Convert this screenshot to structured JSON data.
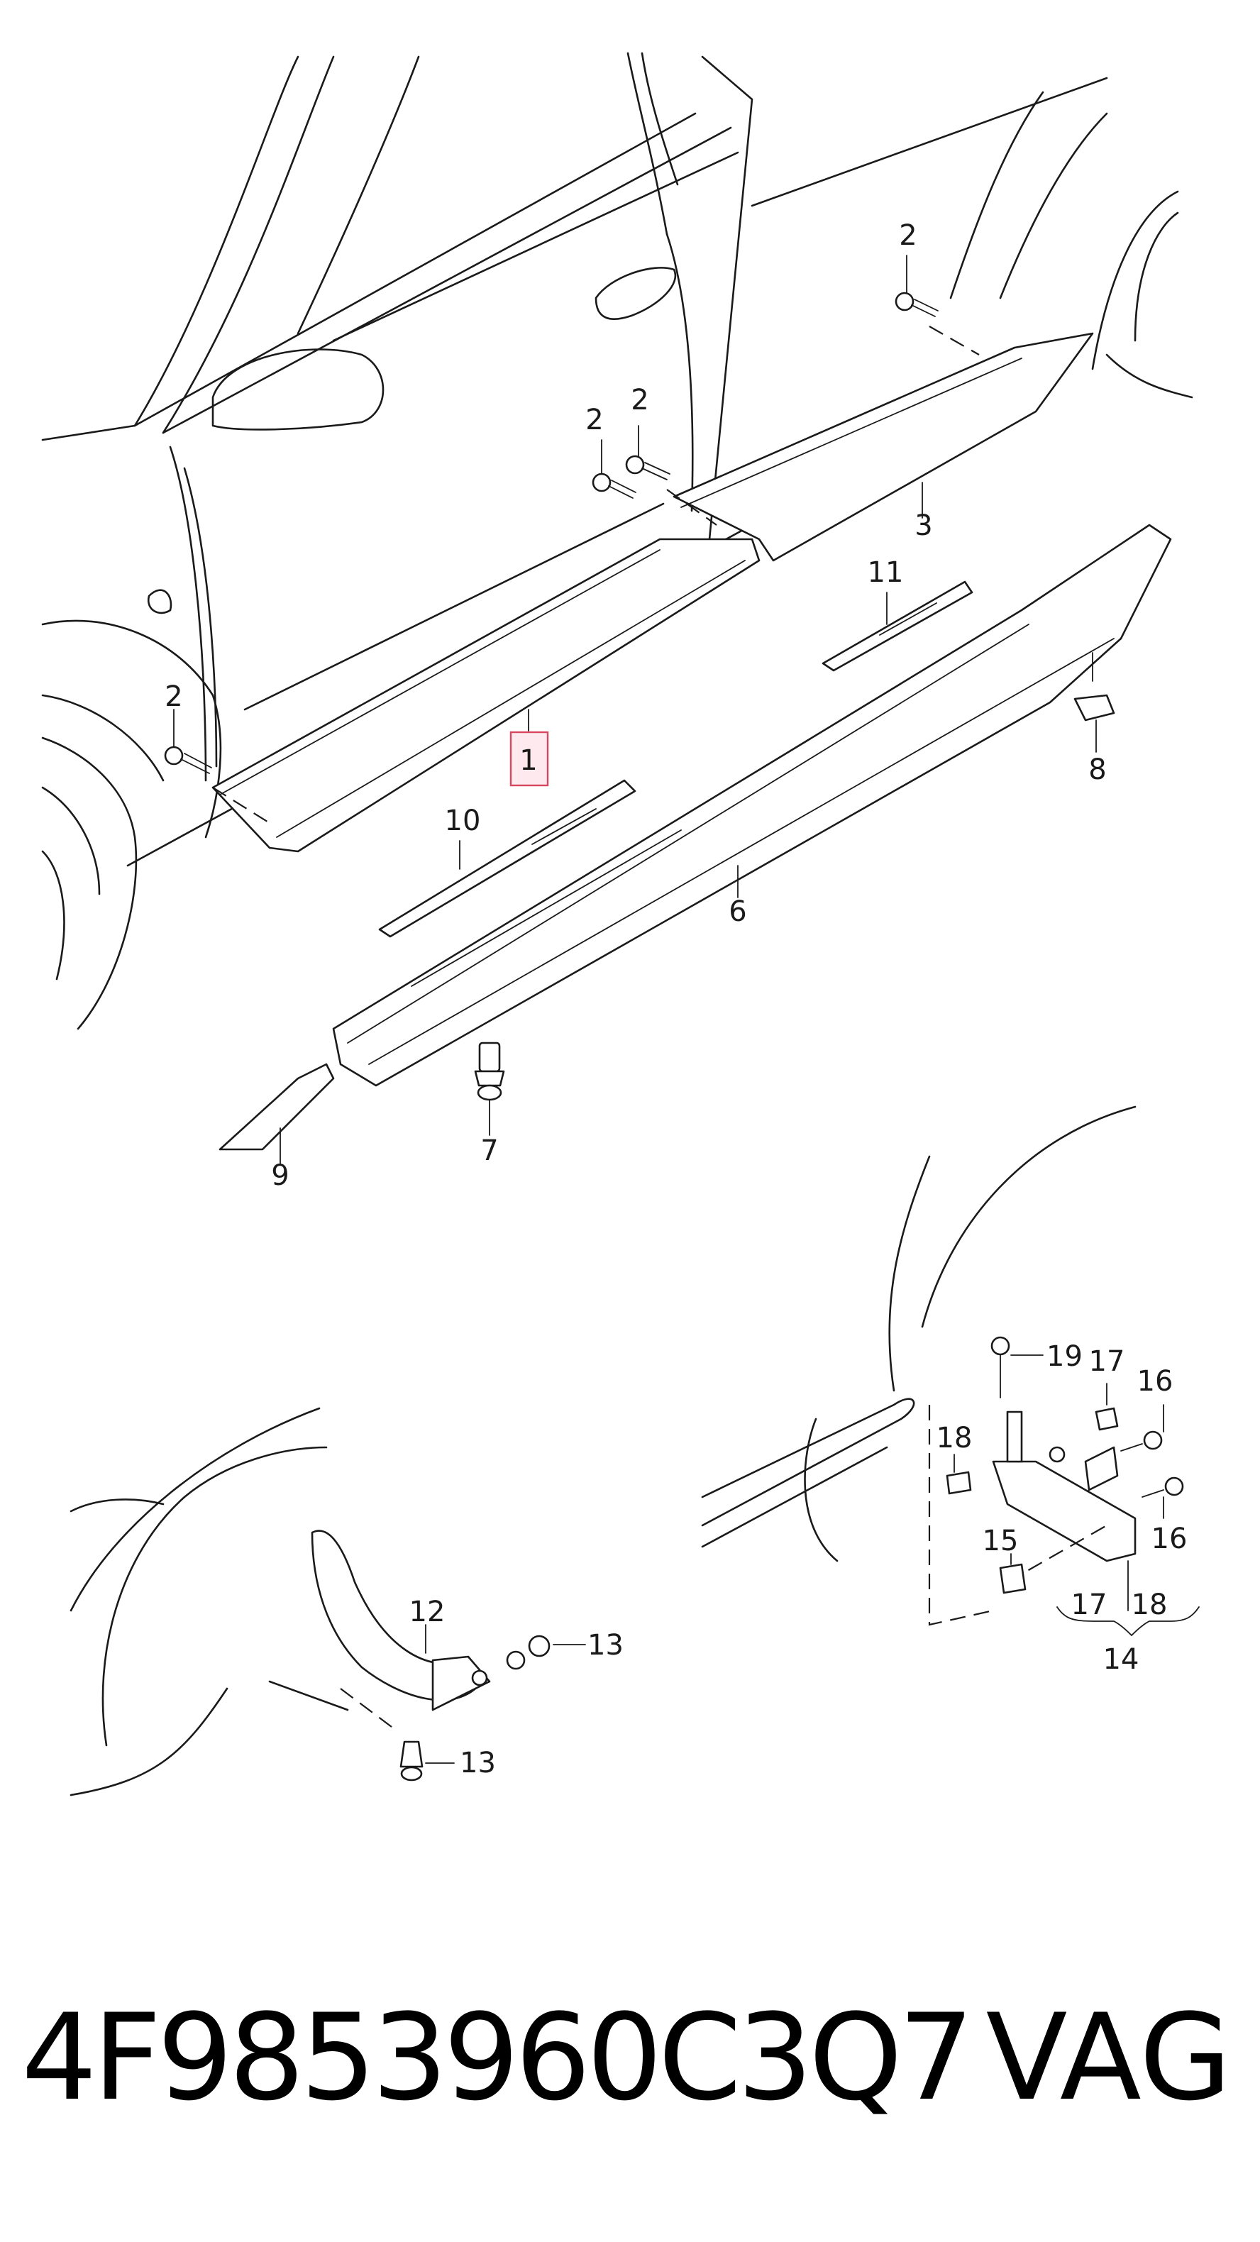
{
  "diagram": {
    "labels": {
      "l1": "1",
      "l2a": "2",
      "l2b": "2",
      "l2c": "2",
      "l2d": "2",
      "l3": "3",
      "l6": "6",
      "l7": "7",
      "l8": "8",
      "l9": "9",
      "l10": "10",
      "l11": "11",
      "l12": "12",
      "l13a": "13",
      "l13b": "13",
      "l14": "14",
      "l15": "15",
      "l16a": "16",
      "l16b": "16",
      "l17a": "17",
      "l17b": "17",
      "l18a": "18",
      "l18b": "18",
      "l19": "19"
    },
    "highlighted_label": "1",
    "highlight_color": "#d8475f"
  },
  "footer": {
    "part_number": "4F9853960C3Q7",
    "brand": "VAG"
  }
}
